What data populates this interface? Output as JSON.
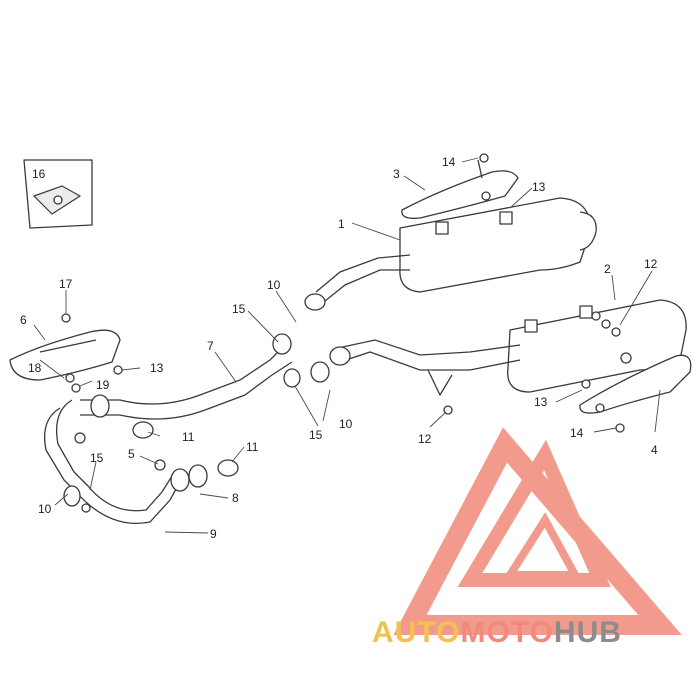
{
  "diagram": {
    "callouts": {
      "c1": "1",
      "c2": "2",
      "c3": "3",
      "c4": "4",
      "c5": "5",
      "c6": "6",
      "c7": "7",
      "c8": "8",
      "c9": "9",
      "c10a": "10",
      "c10b": "10",
      "c10c": "10",
      "c11a": "11",
      "c11b": "11",
      "c12a": "12",
      "c12b": "12",
      "c13a": "13",
      "c13b": "13",
      "c13c": "13",
      "c14a": "14",
      "c14b": "14",
      "c15a": "15",
      "c15b": "15",
      "c15c": "15",
      "c16": "16",
      "c17": "17",
      "c18": "18",
      "c19": "19"
    }
  },
  "watermark": {
    "part1": "AUTO",
    "part2": "MOTO",
    "part3": "HUB",
    "colors": {
      "auto": "#f2c14e",
      "moto": "#f08a7a",
      "hub": "#8c8c8c",
      "logo": "#f08a7a"
    }
  }
}
